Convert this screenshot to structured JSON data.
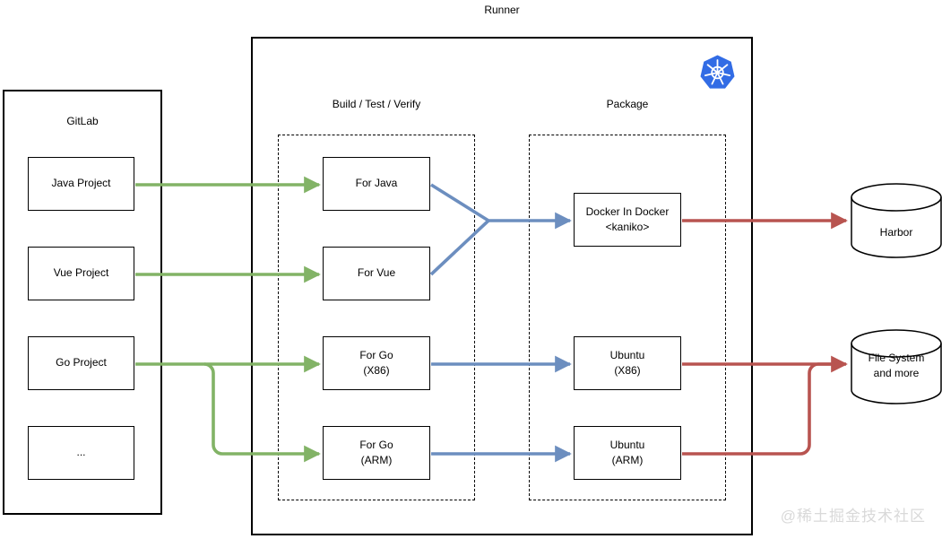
{
  "title": "Runner",
  "watermark": "@稀土掘金技术社区",
  "gitlab": {
    "label": "GitLab",
    "projects": [
      {
        "label": "Java Project"
      },
      {
        "label": "Vue Project"
      },
      {
        "label": "Go Project"
      },
      {
        "label": "..."
      }
    ]
  },
  "runner": {
    "build": {
      "label": "Build / Test / Verify",
      "nodes": [
        {
          "label": "For Java"
        },
        {
          "label": "For Vue"
        },
        {
          "label": "For Go\n(X86)"
        },
        {
          "label": "For Go\n(ARM)"
        }
      ]
    },
    "package": {
      "label": "Package",
      "nodes": [
        {
          "label": "Docker In Docker\n<kaniko>"
        },
        {
          "label": "Ubuntu\n(X86)"
        },
        {
          "label": "Ubuntu\n(ARM)"
        }
      ]
    },
    "kubernetes_icon": "kubernetes-logo"
  },
  "storage": [
    {
      "label": "Harbor"
    },
    {
      "label": "File System\nand more"
    }
  ],
  "colors": {
    "source_arrow_green": "#82b366",
    "pipeline_arrow_blue": "#6c8ebf",
    "publish_arrow_red": "#b85450",
    "kubernetes_blue": "#326ce5",
    "box_border": "#000000",
    "watermark_gray": "#d9d9d9"
  }
}
